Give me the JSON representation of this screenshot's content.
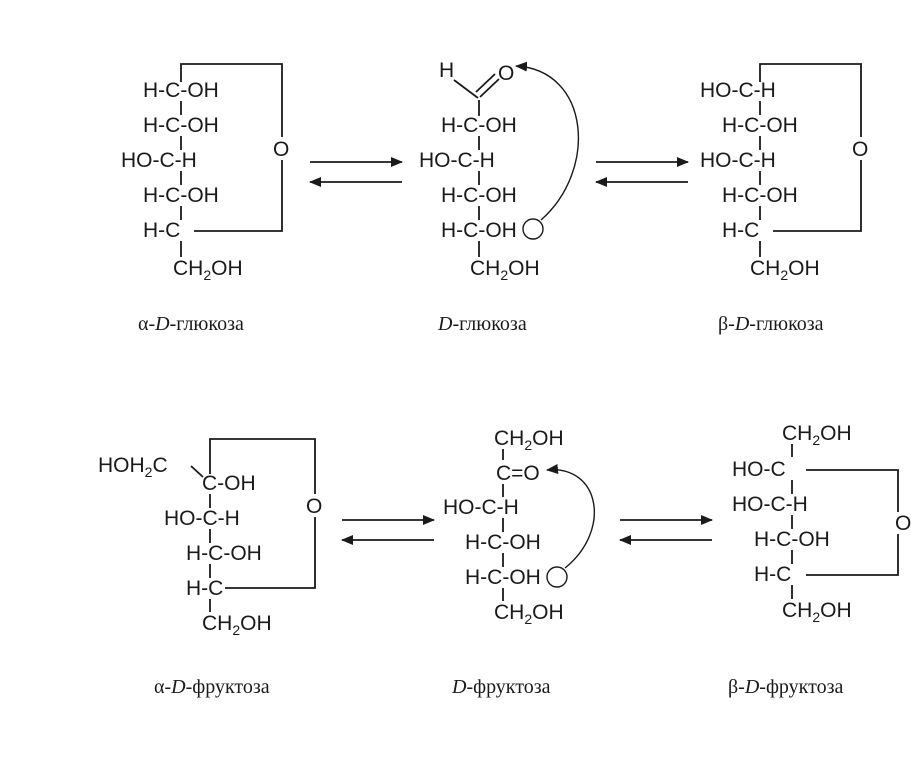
{
  "glucose_row": {
    "alpha": {
      "rows": [
        "H-C-OH",
        "H-C-OH",
        "HO-C-H",
        "H-C-OH",
        "H-C"
      ],
      "ring_oxygen": "O",
      "tail": "CH2OH",
      "caption": {
        "greek": "α-",
        "italic": "D",
        "rest": "-глюкоза"
      }
    },
    "open": {
      "top_h": "H",
      "carbonyl_o": "O",
      "rows": [
        "H-C-OH",
        "HO-C-H",
        "H-C-OH",
        "H-C-OH"
      ],
      "tail": "CH2OH",
      "caption": {
        "greek": "",
        "italic": "D",
        "rest": "-глюкоза"
      }
    },
    "beta": {
      "rows": [
        "HO-C-H",
        "H-C-OH",
        "HO-C-H",
        "H-C-OH",
        "H-C"
      ],
      "ring_oxygen": "O",
      "tail": "CH2OH",
      "caption": {
        "greek": "β-",
        "italic": "D",
        "rest": "-глюкоза"
      }
    }
  },
  "fructose_row": {
    "alpha": {
      "top_left": "HOH2C",
      "rows": [
        "C-OH",
        "HO-C-H",
        "H-C-OH",
        "H-C"
      ],
      "ring_oxygen": "O",
      "tail": "CH2OH",
      "caption": {
        "greek": "α-",
        "italic": "D",
        "rest": "-фруктоза"
      }
    },
    "open": {
      "head": "CH2OH",
      "carbonyl": "C=O",
      "rows": [
        "HO-C-H",
        "H-C-OH",
        "H-C-OH"
      ],
      "tail": "CH2OH",
      "caption": {
        "greek": "",
        "italic": "D",
        "rest": "-фруктоза"
      }
    },
    "beta": {
      "head": "CH2OH",
      "rows": [
        "HO-C",
        "HO-C-H",
        "H-C-OH",
        "H-C"
      ],
      "ring_oxygen": "O",
      "tail": "CH2OH",
      "caption": {
        "greek": "β-",
        "italic": "D",
        "rest": "-фруктоза"
      }
    }
  }
}
